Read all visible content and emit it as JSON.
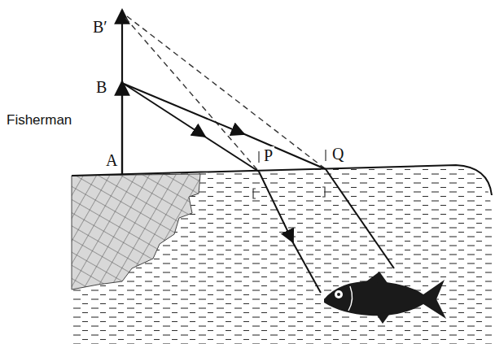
{
  "diagram": {
    "labels": [
      "B′",
      "B",
      "Fisherman",
      "A",
      "P",
      "Q"
    ]
  }
}
